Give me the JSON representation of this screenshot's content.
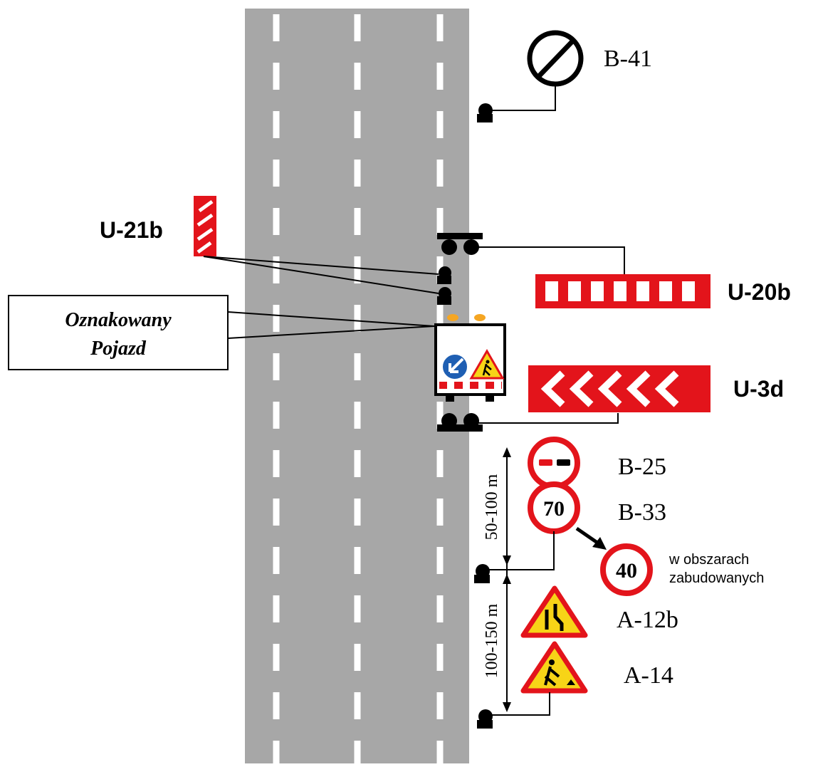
{
  "labels": {
    "b41": "B-41",
    "u21b": "U-21b",
    "u20b": "U-20b",
    "u3d": "U-3d",
    "vehicle_line1": "Oznakowany",
    "vehicle_line2": "Pojazd",
    "b25": "B-25",
    "b33": "B-33",
    "a12b": "A-12b",
    "a14": "A-14",
    "b33_value": "70",
    "alt_speed_value": "40",
    "alt_speed_note_line1": "w obszarach",
    "alt_speed_note_line2": "zabudowanych",
    "distance_upper": "50-100 m",
    "distance_lower": "100-150 m"
  },
  "colors": {
    "road": "#a7a7a7",
    "lane_marking": "#ffffff",
    "sign_red": "#e3141b",
    "sign_yellow": "#f7d417",
    "mandatory_blue": "#1f5fb3",
    "beacon_orange": "#f5a623",
    "ink": "#000000"
  }
}
